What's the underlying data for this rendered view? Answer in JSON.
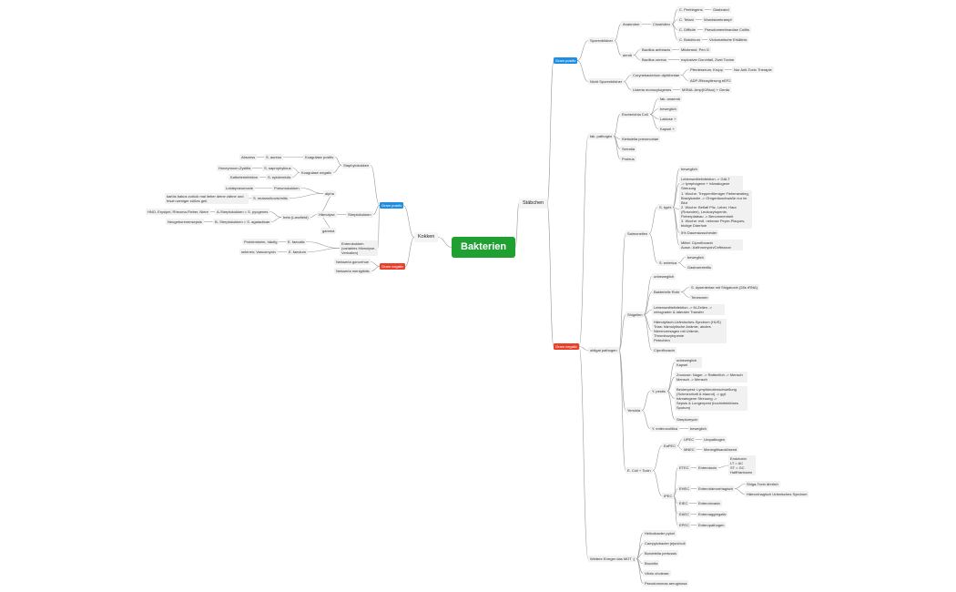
{
  "colors": {
    "root": "#1fa031",
    "gram_positive": "#1e8fe0",
    "gram_negative": "#e8402a",
    "line": "#9a9a9a"
  },
  "root": "Bakterien",
  "kokken": {
    "label": "Kokken",
    "gram_pos": {
      "label": "Gram positiv",
      "staph": {
        "label": "Staphylokokken",
        "koag_pos": "Koagulase positiv",
        "aureus": "S. aureus",
        "abszess": "Abszess",
        "koag_neg": "Koagulase negativ",
        "sapro": "S. saprophyticus",
        "honeymoon": "Honeymoon-Zystitis",
        "epi": "S. epidermidis",
        "katheter": "Katheterinfektion"
      },
      "strep": {
        "label": "Streptokokken",
        "haemolyse": "Hämolyse",
        "alpha": "alpha",
        "pneumo": "Pneumokokken",
        "lobaer": "Lobärpneumonie",
        "mutans": "S. mutans/bovis/mitis",
        "karies": "kariös bakus zurück mal lieber deine zähne und friszh weniger süßes geil.",
        "beta": "beta (Lancfield)",
        "pyogenes": "A-Streptokokken = S. pyogenes",
        "hno": "HNO, Erysipel, Rheuma-Fieber, Niere",
        "agalactiae": "B- Streptokokken = S. agalacticae",
        "neugeborenen": "Neugeborenensepsis",
        "gamma": "gamma"
      },
      "entero": {
        "label": "Enterokokken (variables Hämolyse-Verhalten)",
        "faecalis": "E. faecalis",
        "faecalis_note": "Problemkeim, häufig",
        "faecium": "E. faecium",
        "faecium_note": "selenen; Vancomycin"
      }
    },
    "gram_neg": {
      "label": "Gram negativ",
      "gono": "Neisseria gonorrhoe",
      "mening": "Neisseria menigitidis"
    }
  },
  "staebchen": {
    "label": "Stäbchen",
    "gram_pos": {
      "label": "Gram positiv",
      "sporen": {
        "label": "Sporenbildner",
        "anaerob": "Anaerober",
        "clostridien": "Clostridien",
        "perfringens": "C. Perfringens",
        "gasbrand": "Gasbrand",
        "tetani": "C. Tetani",
        "wundstarrkrampf": "Wundstarrkrampf",
        "difficile": "C. Difficile",
        "colitis": "Pseudomembranöse Colitis",
        "botulinum": "C. Botulinum",
        "botulismus": "Vlolomatische Erkältnis",
        "aerob": "aerob",
        "anthracis": "Bacillus anthracis",
        "anthrax": "Milzbrand, Pen G",
        "cereus": "Bacillus cereus",
        "cereus_note": "explosiver Durchfall, Zwei Toxine"
      },
      "nicht_sporen": {
        "label": "Nicht Sporenbildner",
        "diphtheriae": "Corynebacterium diphtheriae",
        "diph1": "Pferdeserum, Krupp",
        "diph2": "Nur Anti-Toxin Therapie",
        "diph3": "ADP-Ribosylierung eEF2",
        "listeria": "Listeria monocytogenes",
        "listeria_note": "MSNA: Amp(Kl/Nuo) + Genta"
      }
    },
    "gram_neg": {
      "label": "Gram negativ",
      "fak": {
        "label": "fak. pathogen",
        "ecoli": "Escherichia Coli",
        "e1": "fak. anaerob",
        "e2": "beweglich",
        "e3": "Laktose +",
        "e4": "Kapsel +",
        "klebsiella": "Klebsiella pneumoniae",
        "serratia": "Serratia",
        "proteus": "Proteus"
      },
      "obligat": {
        "label": "obligat pathogen",
        "salmonellen": "Salmonellen",
        "typhi": "S. typhi",
        "t1": "beweglich",
        "t2": "Lebensmittelinfektion -> GALT\n-> lymphogene + hämatogene Streuung",
        "t3": "1. Woche: Treppenförmiger Fieberanstieg, Brady­kardie -> Ohrgeräuschwaße nur im Blut\n2. Woche: Beflafl Pilz, Leber, Haut (Roseolen), Leukozytopenie, Fieberplateau -> Benommenheit\n3. Woche: evtl. nekrose Peyer-Plaques, blutige Diarrhoe",
        "t4": "5% Dauerausscheider",
        "t5": "Mittel: Ciprofloxacin\nAusw.: Azithromycin/Ceftriaxon",
        "enterica": "S. enterica",
        "en1": "beweglich",
        "en2": "Gastroenteritis",
        "shigellen": "Shigellen",
        "sh1": "unbeweglich",
        "ruhr": "Bakterielle Ruhr",
        "ruhr1": "S. dysenteriae mit Shigatoxin (28s rRNA)",
        "tenesmen": "Tenesmen",
        "sh2": "Lebensmittelinfektion -> M-Zellen -> retrograder & lateraler Transfer",
        "sh3": "Hämolytisch-Urämisches-Syndrom (HUS)\nTrias: hämolytische Anämie, akutes Nierenversagen mit Urämie, Thrombozytopenie\nPetechien",
        "sh4": "Ciprofloxacin",
        "yersinia": "Yersinia",
        "pestis": "Y. pestis",
        "p1": "unbeweglich\nKapsel",
        "p2": "Zoonose: Nager -> Rattenfloh -> Mensch\nMensch -> Mensch",
        "p3": "Beulenpest: Lymphknotenschwellung (Schmerzhaft & blaurot) -> ggf. hämatogene Streuung ->\nSepsis & Lungenpest (hochinfektiöses Sputum)",
        "p4": "Streptomycin",
        "entero": "Y. enterocolitica",
        "ent1": "beweglich",
        "ecoli_toxin": "E. Coli + Toxin",
        "eaprc": "EaPEC",
        "upec": "UPEC",
        "upec1": "Uropathogen",
        "mnec": "MNEC",
        "mnec1": "Meningitisauslösend",
        "iepec": "IPEC",
        "etec": "ETEC",
        "etec1": "Enterotoxin",
        "etec2": "Endotoxin\nLT = AC\nST = GC\nHalfHantozen",
        "ehec": "EHEC",
        "ehec1": "Enterohämorrhagisch",
        "ehec2": "Shiga-Toxin ähnlich",
        "ehec3": "Hämorrhagisch Urämisches Syndrom",
        "eiec": "EIEC",
        "eiec1": "Enteroinvasiv",
        "eaec": "EAEC",
        "eaec1": "Enteroaggregativ",
        "epec": "EPEC",
        "epec1": "Enteropathogen"
      },
      "weitere": {
        "label": "Weitere Erreger das MOT ;)",
        "items": [
          "Helicobacter pylori",
          "Campylobacter jejuni/coli",
          "Bordetella pertussis",
          "Brucella",
          "Vibrio cholerae",
          "Pseudomonas aeruginosa"
        ]
      }
    }
  }
}
